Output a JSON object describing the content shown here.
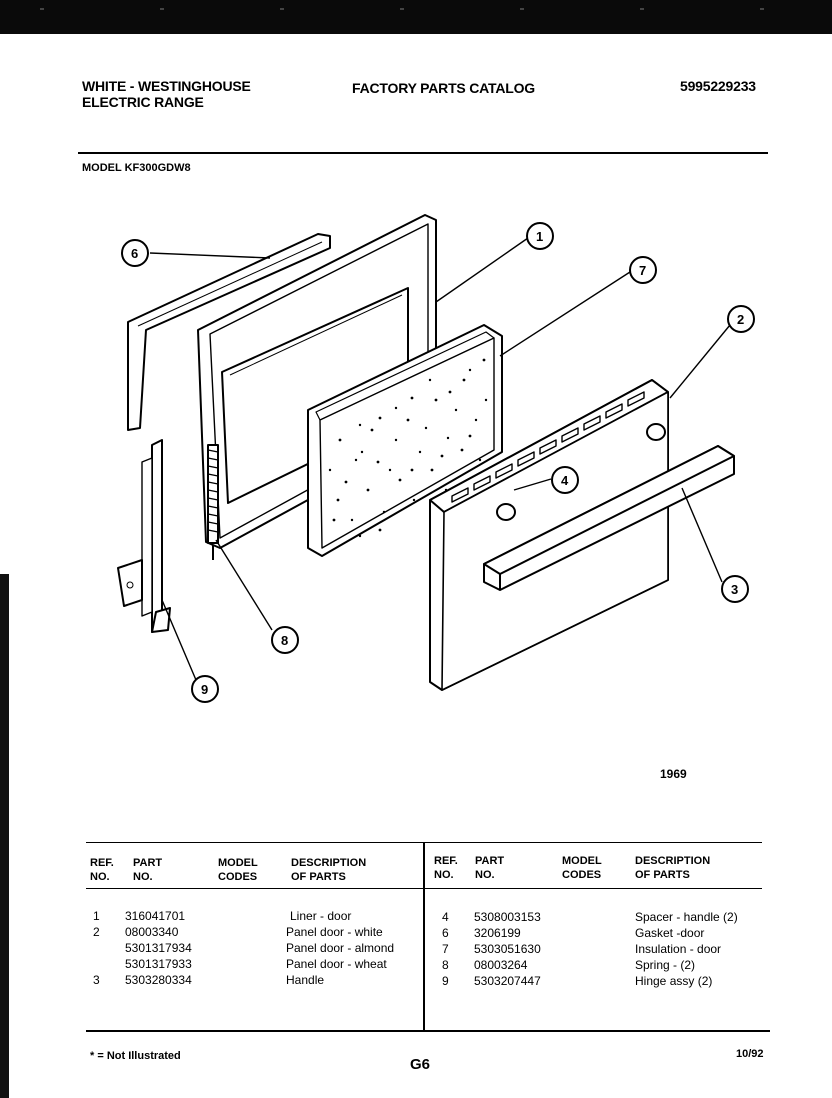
{
  "header": {
    "brand_line1": "WHITE - WESTINGHOUSE",
    "brand_line2": "ELECTRIC RANGE",
    "catalog_title": "FACTORY PARTS CATALOG",
    "catalog_number": "5995229233",
    "model": "MODEL KF300GDW8"
  },
  "diagram": {
    "callouts": [
      "1",
      "2",
      "3",
      "4",
      "6",
      "7",
      "8",
      "9"
    ],
    "figure_number": "1969"
  },
  "parts_table": {
    "left_headers": {
      "ref": "REF.\nNO.",
      "part": "PART\nNO.",
      "model": "MODEL\nCODES",
      "desc": "DESCRIPTION\nOF PARTS"
    },
    "right_headers": {
      "ref": "REF.\nNO.",
      "part": "PART\nNO.",
      "model": "MODEL\nCODES",
      "desc": "DESCRIPTION\nOF PARTS"
    },
    "left_rows": [
      {
        "ref": "1",
        "part": "316041701",
        "desc": "Liner - door"
      },
      {
        "ref": "2",
        "part": "08003340",
        "desc": "Panel door - white"
      },
      {
        "ref": "",
        "part": "5301317934",
        "desc": "Panel door - almond"
      },
      {
        "ref": "",
        "part": "5301317933",
        "desc": "Panel door - wheat"
      },
      {
        "ref": "3",
        "part": "5303280334",
        "desc": "Handle"
      }
    ],
    "right_rows": [
      {
        "ref": "4",
        "part": "5308003153",
        "desc": "Spacer - handle (2)"
      },
      {
        "ref": "6",
        "part": "3206199",
        "desc": "Gasket -door"
      },
      {
        "ref": "7",
        "part": "5303051630",
        "desc": "Insulation - door"
      },
      {
        "ref": "8",
        "part": "08003264",
        "desc": "Spring - (2)"
      },
      {
        "ref": "9",
        "part": "5303207447",
        "desc": "Hinge assy (2)"
      }
    ]
  },
  "footer": {
    "note": "* = Not Illustrated",
    "page": "G6",
    "date": "10/92"
  }
}
